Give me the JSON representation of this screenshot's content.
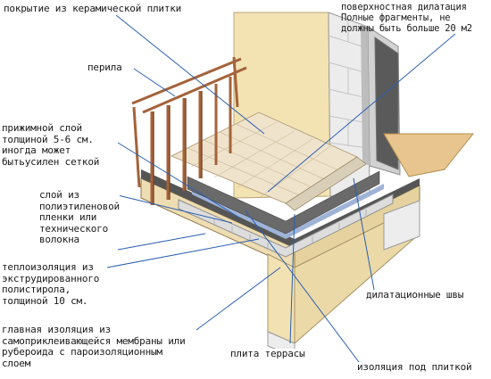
{
  "labels": {
    "tile_cover": "покрытие из керамической плитки",
    "surface_expansion": "поверхностная дилатация\nПолные фрагменты, не\nдолжны быть больше 20 м2",
    "railing": "перила",
    "pressure_layer": "прижимной слой\nтолщиной 5-6 см.\nиногда может\nбытьусилен сеткой",
    "film_layer": "слой из\nполиэтиленовой\nпленки или\nтехнического\nволокна",
    "thermal_insulation": "теплоизоляция из\nэкструдированного\nполистирола,\nтолщиной 10 см.",
    "expansion_joints": "дилатационные швы",
    "main_insulation": "главная изоляция из\nсамоприклеивающейся мембраны или\nрубероида с пароизоляционным\nслоем",
    "terrace_slab": "плита террасы",
    "under_tile_insulation": "изоляция под плиткой"
  },
  "colors": {
    "tile": "#efe3cc",
    "wall": "#f3e3b3",
    "block": "#ececec",
    "railing": "#a4633a",
    "insulation_board": "#dddddd",
    "membrane": "#555555",
    "film": "#9fb2d8",
    "window_frame": "#c8c8c8",
    "floor_wood": "#e8c58e",
    "slab": "#eeddb2"
  }
}
